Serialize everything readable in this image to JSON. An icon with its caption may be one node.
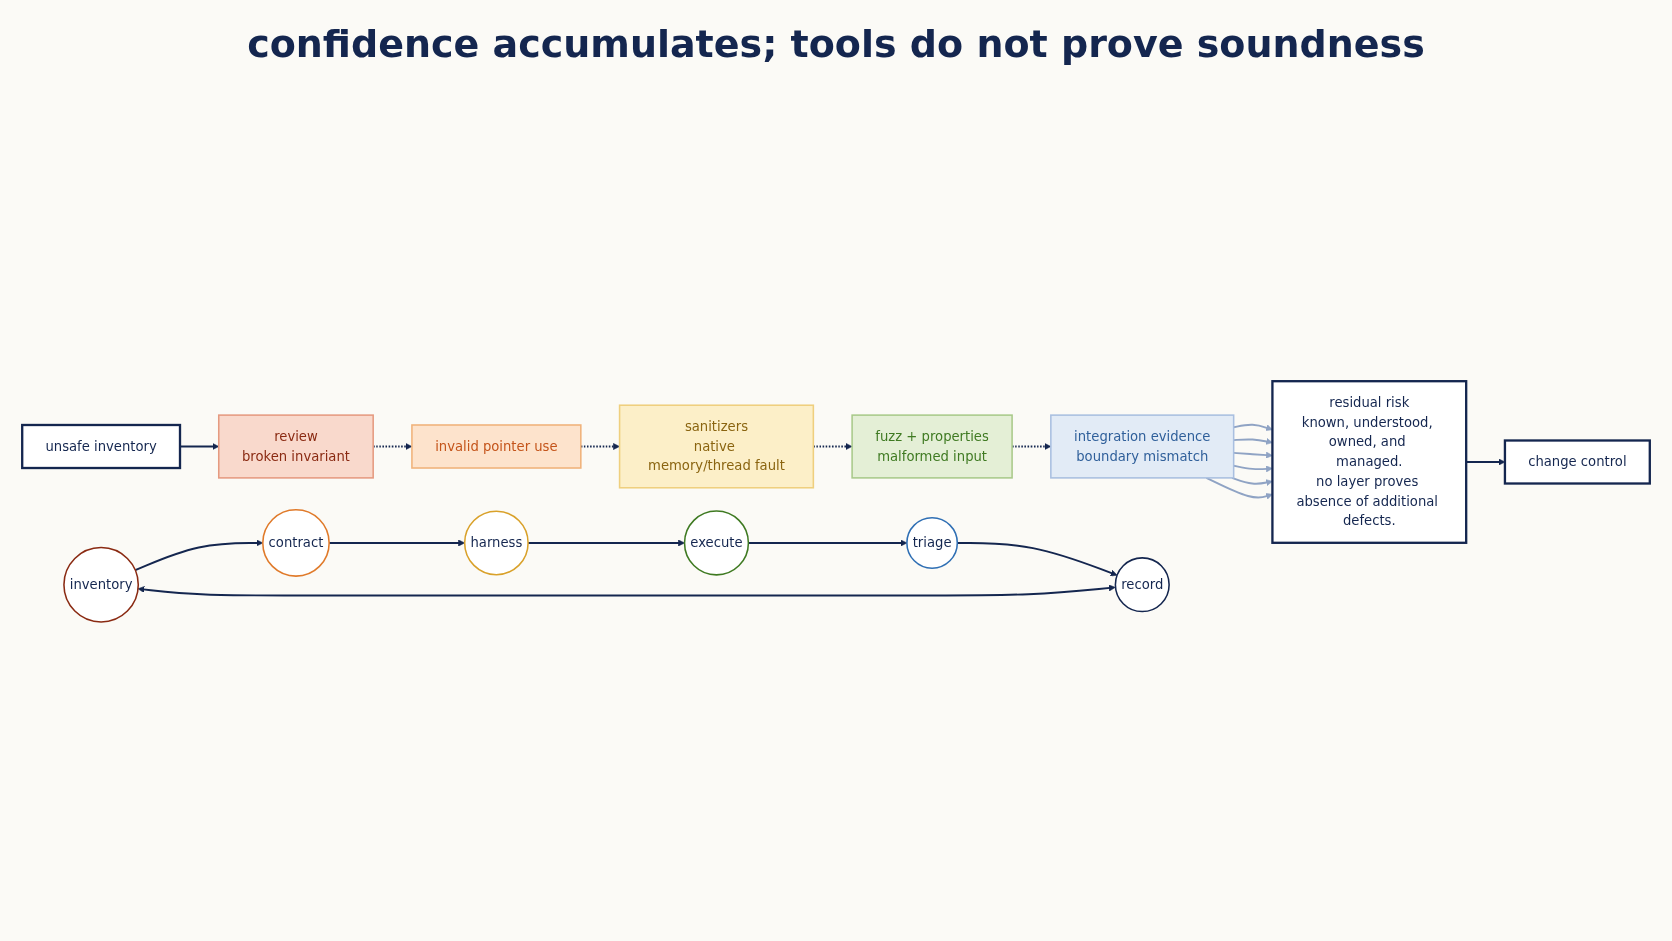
{
  "diagram": {
    "title": "confidence accumulates; tools do not prove soundness",
    "nodes": [
      {
        "text": [
          "unsafe inventory"
        ]
      },
      {
        "text": [
          "review",
          "broken invariant"
        ]
      },
      {
        "text": [
          "invalid pointer use"
        ]
      },
      {
        "text": [
          "sanitizers",
          "native memory/thread fault"
        ]
      },
      {
        "text": [
          "fuzz + properties",
          "malformed input"
        ]
      },
      {
        "text": [
          "integration evidence",
          "boundary mismatch"
        ]
      },
      {
        "text": [
          "residual risk",
          "known, understood, owned, and managed.",
          "no layer proves absence of additional defects."
        ]
      },
      {
        "text": [
          "change control"
        ]
      },
      {
        "text": [
          "inventory"
        ]
      },
      {
        "text": [
          "contract"
        ]
      },
      {
        "text": [
          "harness"
        ]
      },
      {
        "text": [
          "execute"
        ]
      },
      {
        "text": [
          "triage"
        ]
      },
      {
        "text": [
          "record"
        ]
      }
    ],
    "edges": [
      {
        "from": 0,
        "to": 1,
        "arrow": "to"
      },
      {
        "from": 1,
        "to": 2,
        "arrow": "to",
        "style": "dashed"
      },
      {
        "from": 2,
        "to": 3,
        "arrow": "to",
        "style": "dashed"
      },
      {
        "from": 3,
        "to": 4,
        "arrow": "to",
        "style": "dashed"
      },
      {
        "from": 4,
        "to": 5,
        "arrow": "to",
        "style": "dashed"
      },
      {
        "from": 5,
        "to": 6,
        "arrow": "to",
        "color": "#8fa3c4"
      },
      {
        "from": 5,
        "to": 6,
        "arrow": "to",
        "color": "#8fa3c4"
      },
      {
        "from": 5,
        "to": 6,
        "arrow": "to",
        "color": "#8fa3c4"
      },
      {
        "from": 5,
        "to": 6,
        "arrow": "to",
        "color": "#8fa3c4"
      },
      {
        "from": 5,
        "to": 6,
        "arrow": "to",
        "color": "#8fa3c4"
      },
      {
        "from": 5,
        "to": 6,
        "arrow": "to",
        "color": "#8fa3c4"
      },
      {
        "from": 6,
        "to": 7,
        "arrow": "to"
      },
      {
        "from": 8,
        "to": 9,
        "arrow": "to"
      },
      {
        "from": 9,
        "to": 10,
        "arrow": "to"
      },
      {
        "from": 10,
        "to": 11,
        "arrow": "to"
      },
      {
        "from": 11,
        "to": 12,
        "arrow": "to"
      },
      {
        "from": 12,
        "to": 13,
        "arrow": "to"
      },
      {
        "from": 13,
        "to": 8,
        "arrow": "both"
      }
    ]
  }
}
